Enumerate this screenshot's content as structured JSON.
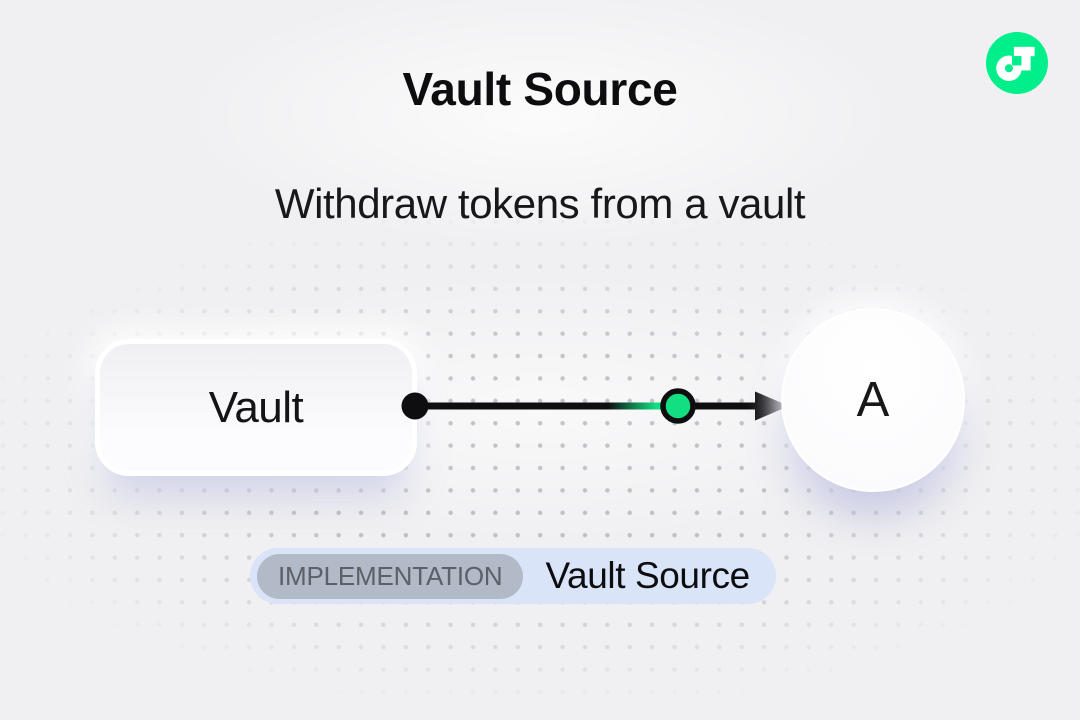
{
  "header": {
    "title": "Vault Source",
    "subtitle": "Withdraw tokens from a vault"
  },
  "logo": {
    "name": "flow-logo",
    "color": "#00EF8B"
  },
  "diagram": {
    "source": {
      "label": "Vault"
    },
    "target": {
      "label": "A"
    },
    "edge": {
      "from": "Vault",
      "to": "A",
      "token_color": "#12DF81",
      "line_color": "#0E0E10"
    }
  },
  "badge": {
    "tag": "IMPLEMENTATION",
    "label": "Vault Source",
    "bg_color": "#DAE4F9",
    "tag_bg_color": "#B3BAC7"
  }
}
